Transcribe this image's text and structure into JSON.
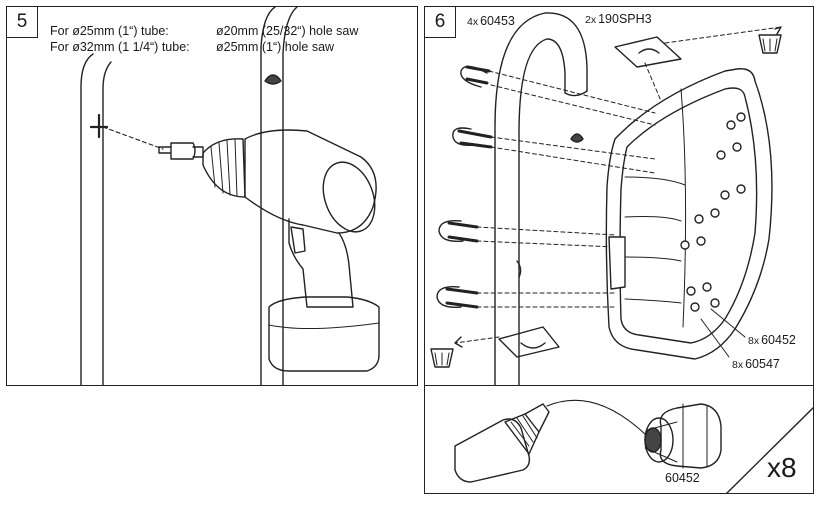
{
  "step5": {
    "number": "5",
    "line1_left": "For ø25mm (1“) tube:",
    "line1_right": "ø20mm (25/32“) hole saw",
    "line2_left": "For ø32mm (1 1/4“) tube:",
    "line2_right": "ø25mm (1“) hole saw"
  },
  "step6": {
    "number": "6",
    "ubolt_qty": "4x",
    "ubolt_code": "60453",
    "plate_qty": "2x",
    "plate_code": "190SPH3",
    "screw_qty": "8x",
    "screw_code": "60452",
    "washer_qty": "8x",
    "washer_code": "60547"
  },
  "detail": {
    "part_code": "60452",
    "multiplier": "x8"
  }
}
